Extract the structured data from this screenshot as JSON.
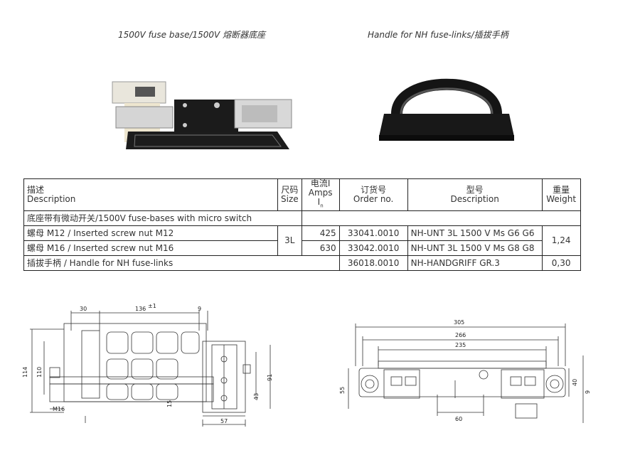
{
  "captions": {
    "left": "1500V fuse base/1500V  熔断器底座",
    "right": "Handle for NH fuse-links/插拔手柄"
  },
  "table": {
    "headers": {
      "desc_cn": "描述",
      "desc_en": "Description",
      "size_cn": "尺码",
      "size_en": "Size",
      "amps_cn": "电流I",
      "amps_en": "Amps I",
      "amps_sub": "n",
      "order_cn": "订货号",
      "order_en": "Order no.",
      "type_cn": "型号",
      "type_en": "Description",
      "weight_cn": "重量",
      "weight_en": "Weight"
    },
    "section": "底座带有微动开关/1500V fuse-bases with micro switch",
    "rows": [
      {
        "desc": "螺母 M12 /  Inserted screw nut M12",
        "amps": "425",
        "order": "33041.0010",
        "type": "NH-UNT 3L 1500 V Ms G6 G6"
      },
      {
        "desc": "螺母 M16 /  Inserted screw nut M16",
        "amps": "630",
        "order": "33042.0010",
        "type": "NH-UNT 3L 1500 V Ms G8 G8"
      }
    ],
    "size": "3L",
    "weight_shared": "1,24",
    "handle_row": {
      "desc": "插拔手柄 / Handle for NH fuse-links",
      "order": "36018.0010",
      "type": "NH-HANDGRIFF GR.3",
      "weight": "0,30"
    }
  },
  "dims_left": {
    "d30": "30",
    "d136": "136",
    "tol": "±1",
    "d9": "9",
    "d114": "114",
    "d110": "110",
    "m16": "M16",
    "d15": "15",
    "d43": "43",
    "d91": "91",
    "d57": "57"
  },
  "dims_right": {
    "d305": "305",
    "d266": "266",
    "d235": "235",
    "d55": "55",
    "d60": "60",
    "d40": "40",
    "d9": "9"
  }
}
